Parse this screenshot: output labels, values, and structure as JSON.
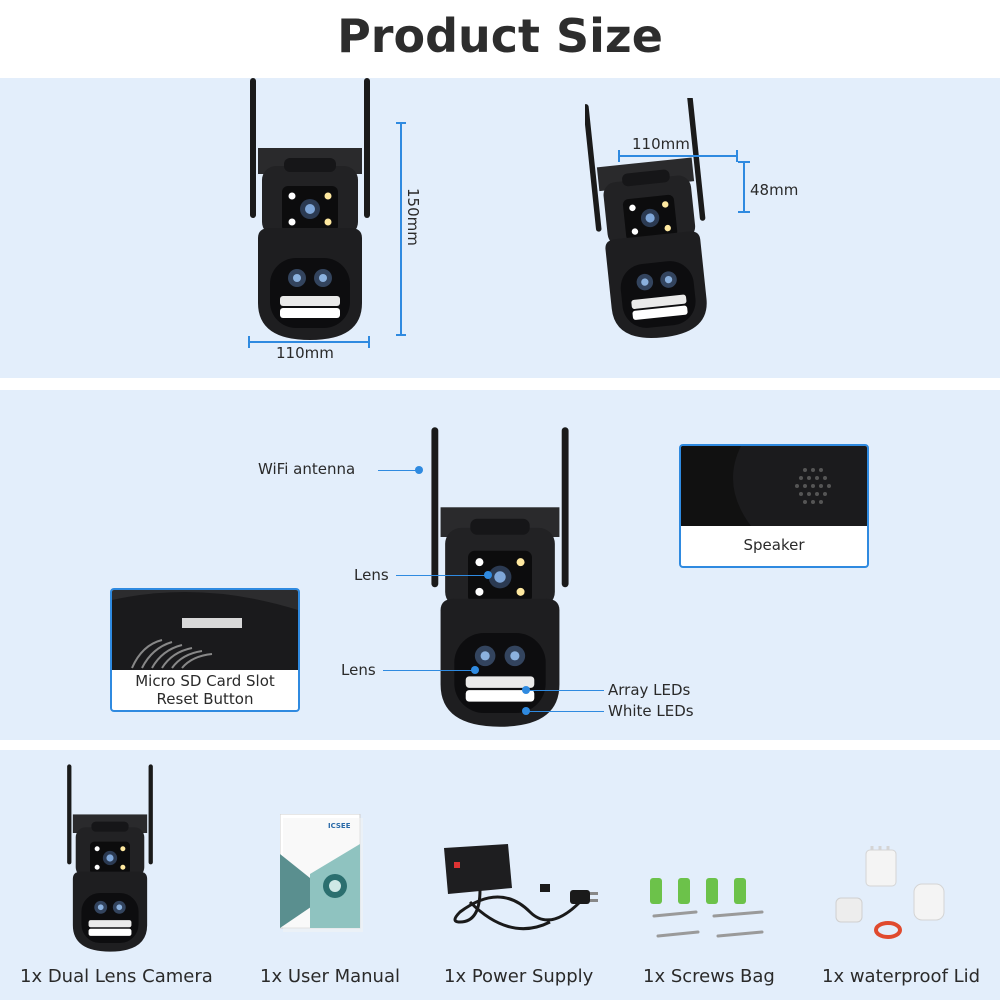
{
  "title": "Product Size",
  "dimensions": {
    "front_height": "150mm",
    "front_width": "110mm",
    "side_width": "110mm",
    "side_depth": "48mm"
  },
  "features": {
    "wifi_antenna": "WiFi antenna",
    "lens_top": "Lens",
    "lens_bottom": "Lens",
    "array_leds": "Array LEDs",
    "white_leds": "White LEDs",
    "speaker": "Speaker",
    "sd_slot": "Micro SD Card Slot",
    "reset_button": "Reset Button"
  },
  "package_items": [
    {
      "label": "1x Dual Lens Camera",
      "icon": "camera-icon"
    },
    {
      "label": "1x User Manual",
      "icon": "manual-icon"
    },
    {
      "label": "1x Power Supply",
      "icon": "power-supply-icon"
    },
    {
      "label": "1x Screws Bag",
      "icon": "screws-icon"
    },
    {
      "label": "1x waterproof Lid",
      "icon": "waterproof-lid-icon"
    }
  ],
  "manual_brand": "ICSEE",
  "colors": {
    "accent": "#2f8ae0",
    "panel": "#e3eefb",
    "camera": "#1c1c1e"
  }
}
